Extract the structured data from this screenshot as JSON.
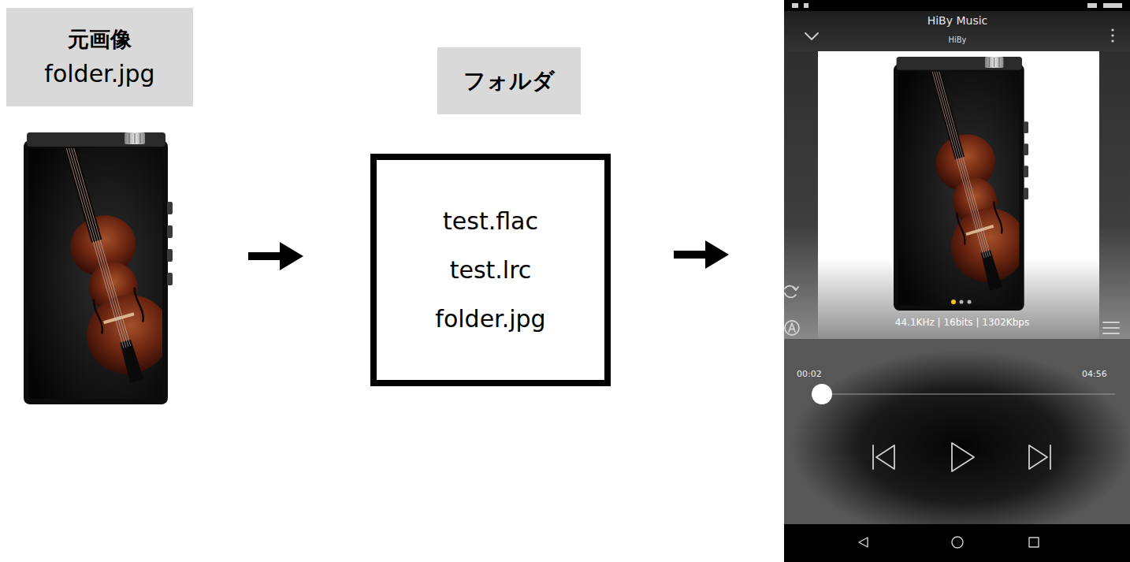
{
  "diagram": {
    "nodes": [
      {
        "text": [
          "元画像",
          "folder.jpg"
        ]
      },
      {
        "text": [
          "フォルダ"
        ]
      },
      {
        "text": [
          "test.flac test.lrc folder.jpg"
        ]
      },
      {
        "text": [
          "HiBy Music",
          "HiBy",
          "44.1KHz | 16bits | 1302Kbps",
          "00:02",
          "04:56"
        ]
      }
    ],
    "edges": [
      {
        "from": 0,
        "to": 2,
        "arrow": "to"
      },
      {
        "from": 2,
        "to": 3,
        "arrow": "to"
      }
    ]
  }
}
